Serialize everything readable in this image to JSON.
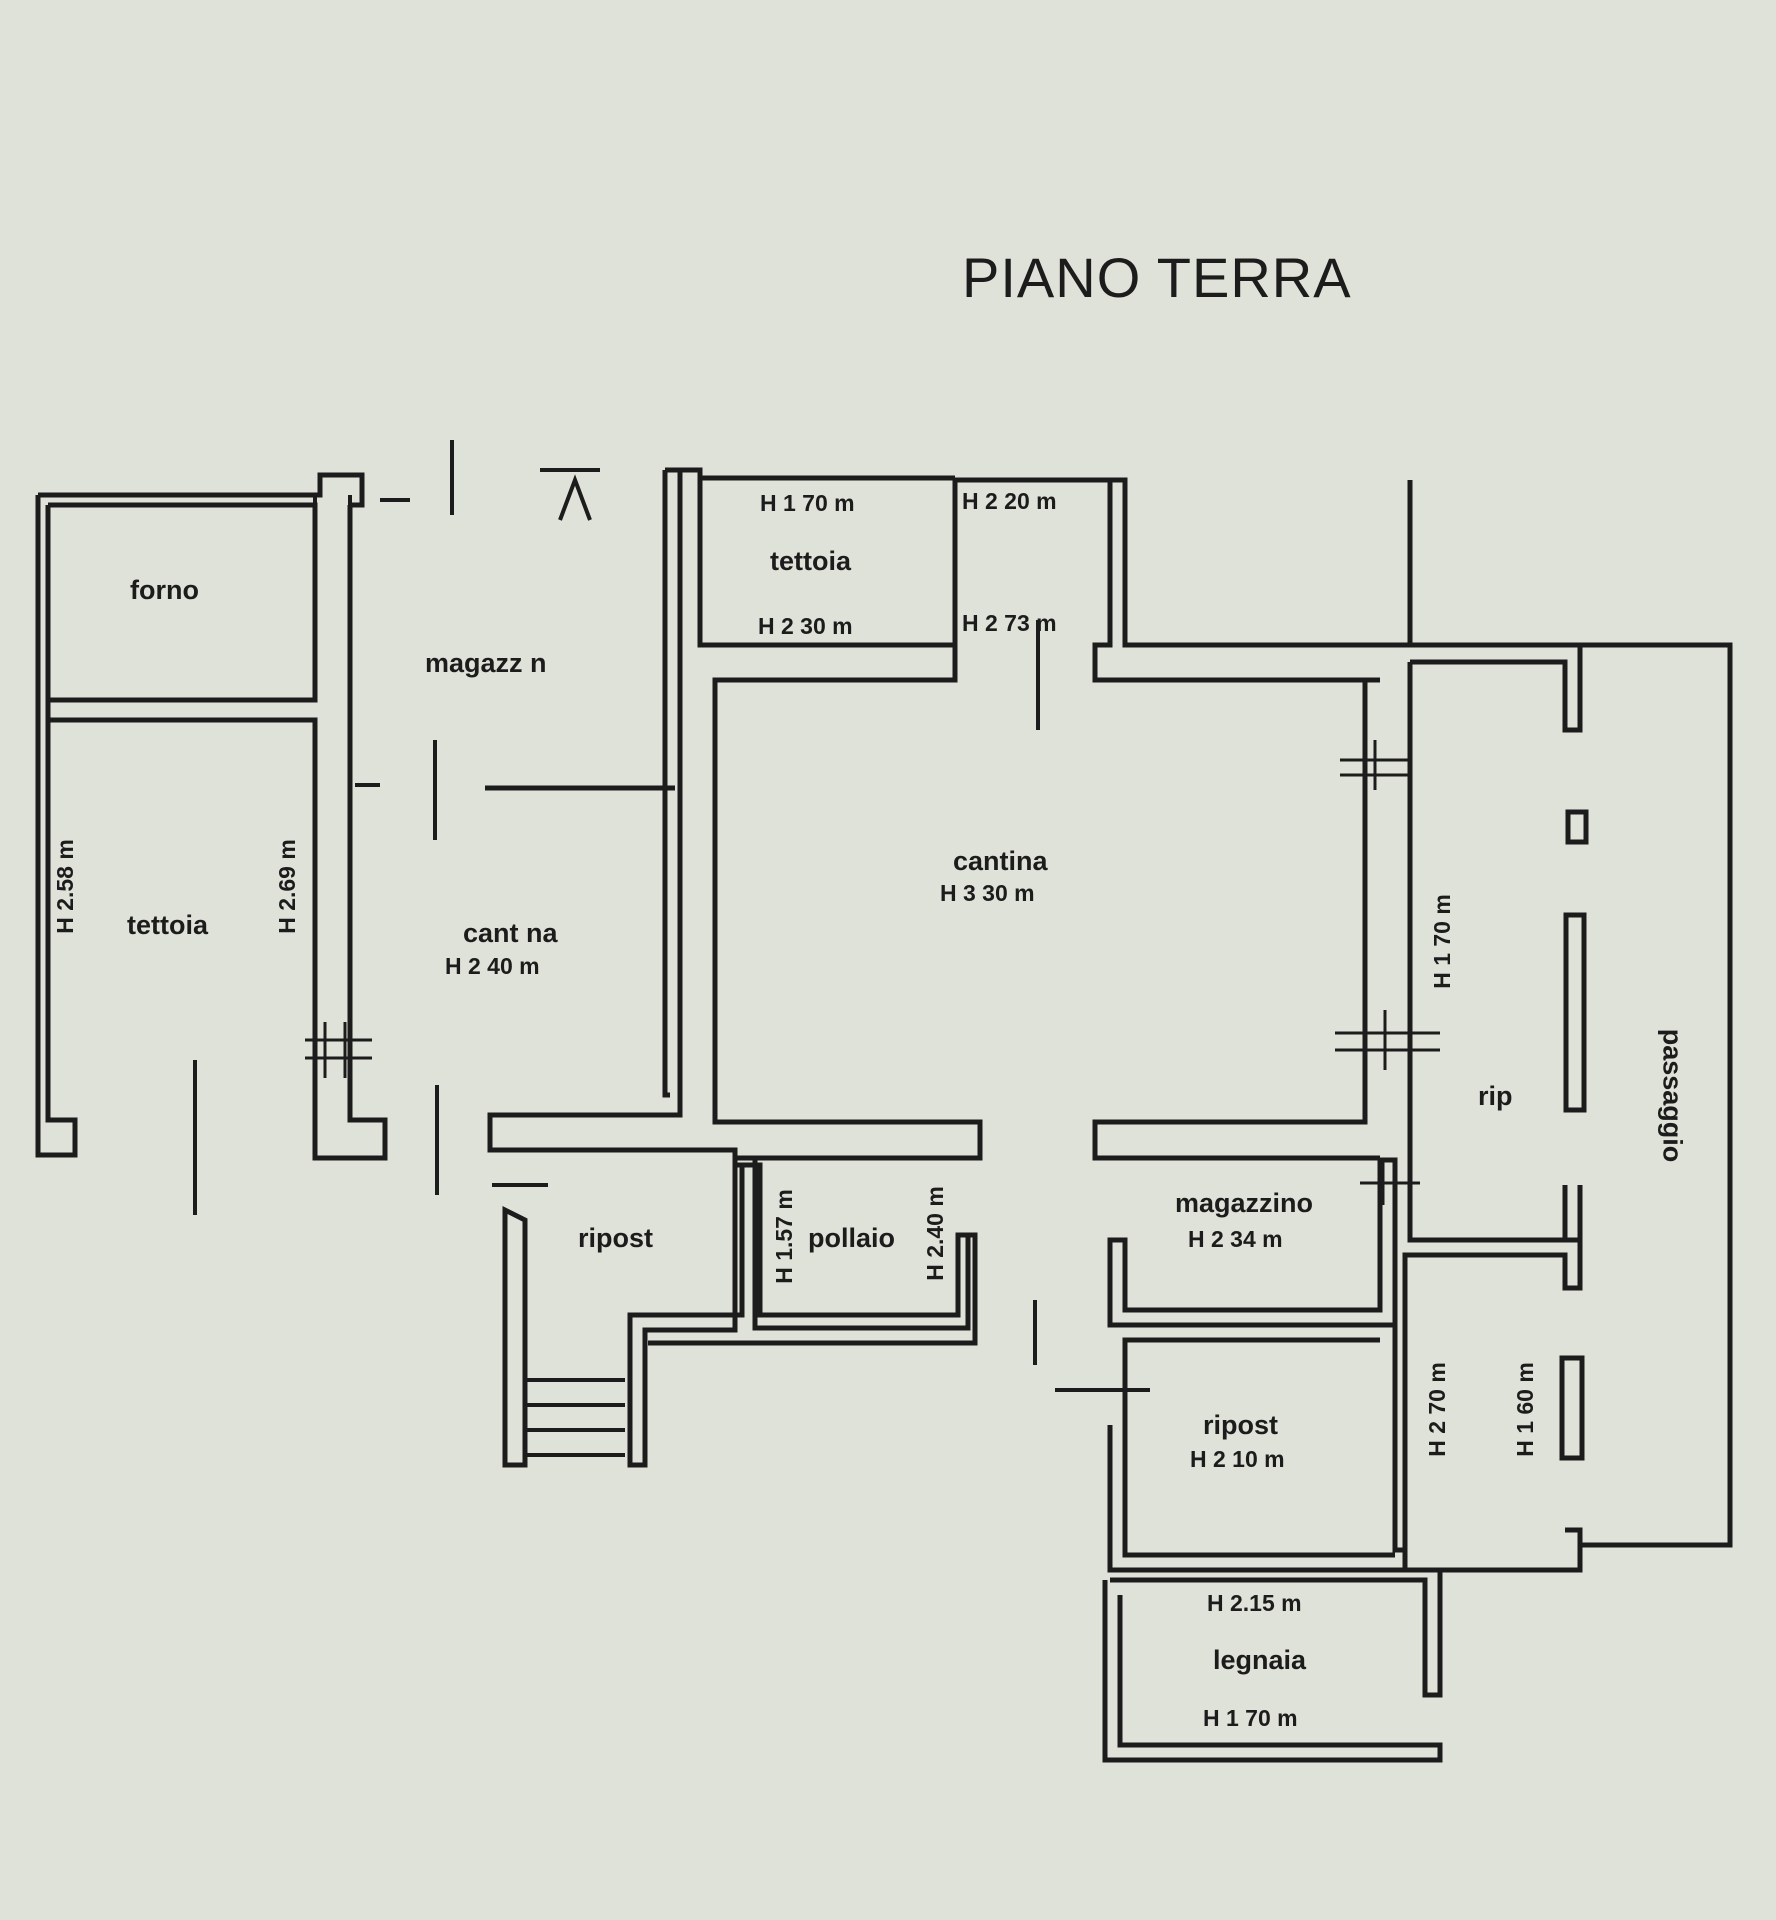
{
  "title": "PIANO TERRA",
  "rooms": {
    "forno": "forno",
    "tettoia_left": "tettoia",
    "tettoia_left_h1": "H 2.58 m",
    "tettoia_left_h2": "H 2.69 m",
    "magazzino_top": "magazz n",
    "cantina_left": "cant na",
    "cantina_left_h": "H 2 40 m",
    "tettoia_top": "tettoia",
    "tettoia_top_h_top": "H 1 70 m",
    "tettoia_top_h_bottom": "H 2 30 m",
    "corridor_h_top": "H 2 20 m",
    "corridor_h_bottom": "H 2 73 m",
    "cantina": "cantina",
    "cantina_h": "H 3 30 m",
    "ripost_left": "ripost",
    "pollaio": "pollaio",
    "pollaio_h1": "H 1.57 m",
    "pollaio_h2": "H 2.40 m",
    "magazzino": "magazzino",
    "magazzino_h": "H 2 34 m",
    "rip": "rip",
    "rip_h": "H 1 70 m",
    "passaggio": "passaggio",
    "ripost_right": "ripost",
    "ripost_right_h": "H 2 10 m",
    "right_h1": "H 2 70 m",
    "right_h2": "H 1 60 m",
    "legnaia": "legnaia",
    "legnaia_h_top": "H 2.15 m",
    "legnaia_h_bottom": "H 1 70 m"
  }
}
